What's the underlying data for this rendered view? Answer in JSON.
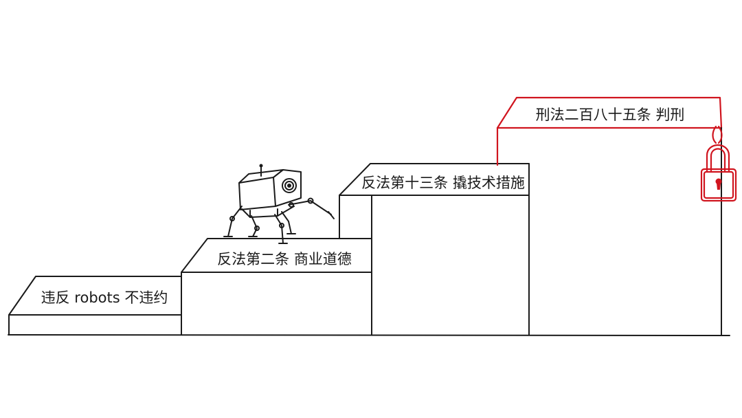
{
  "steps": [
    {
      "id": "step-1",
      "label": "违反 robots 不违约",
      "level": 1
    },
    {
      "id": "step-2",
      "label": "反法第二条 商业道德",
      "level": 2
    },
    {
      "id": "step-3",
      "label": "反法第十三条 撬技术措施",
      "level": 3
    },
    {
      "id": "step-4",
      "label": "刑法二百八十五条 判刑",
      "level": 4
    }
  ],
  "colors": {
    "ink": "#1a1a1a",
    "warning": "#d0141e",
    "background": "#ffffff"
  },
  "icons": {
    "climber": "robot-icon",
    "top_step": "padlock-icon"
  }
}
